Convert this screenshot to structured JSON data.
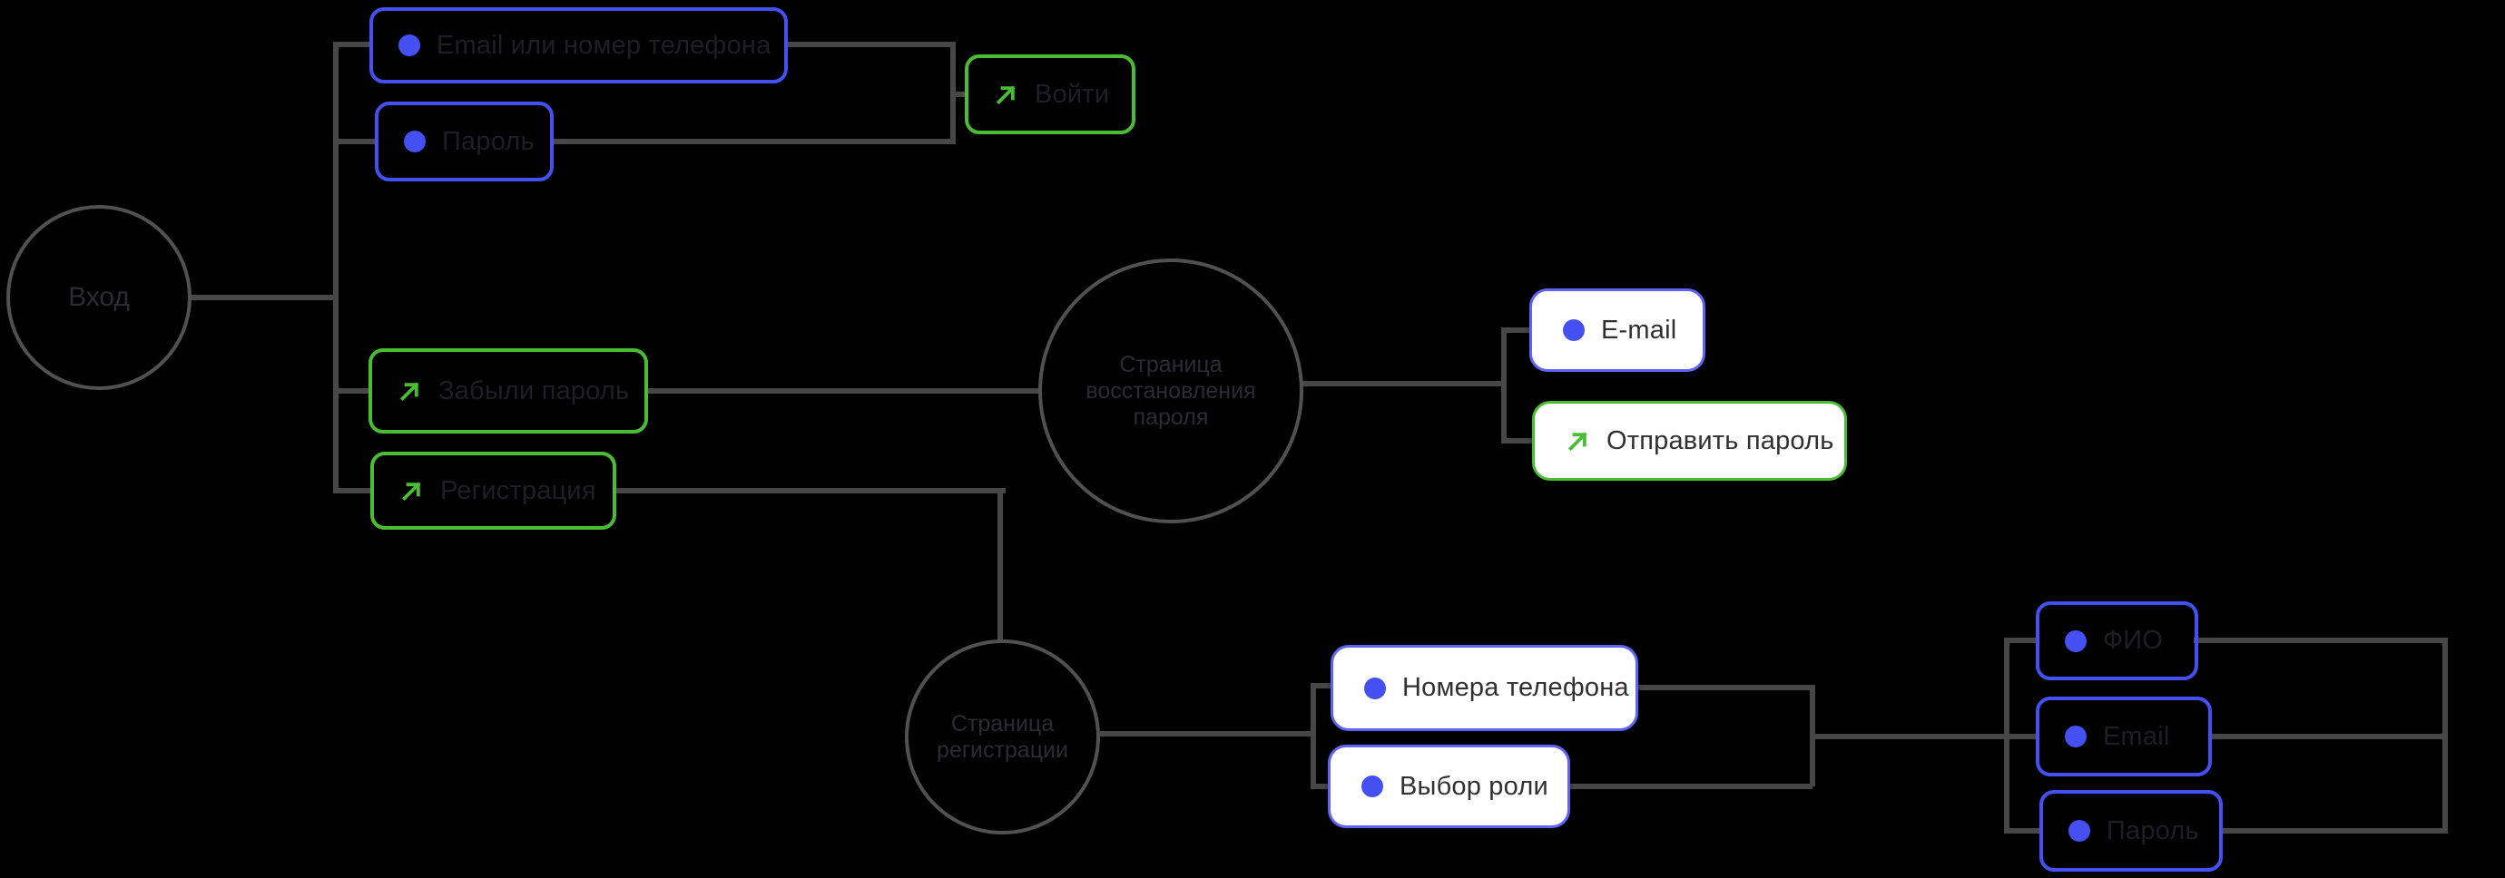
{
  "colors": {
    "blue": "#4450f2",
    "blue_light": "#5f63f6",
    "green": "#4bbd34",
    "line": "#474747",
    "circle_border": "#515151",
    "circle_text": "#2b2b33",
    "dark_text": "#1e1e26",
    "white_box_text": "#303030"
  },
  "nodes": {
    "start_circle": {
      "label": "Вход"
    },
    "login_field": {
      "label": "Email или номер телефона"
    },
    "password_field": {
      "label": "Пароль"
    },
    "login_action": {
      "label": "Войти"
    },
    "forgot_password": {
      "label": "Забыли пароль"
    },
    "registration": {
      "label": "Регистрация"
    },
    "recovery_page": {
      "lines": [
        "Страница",
        "восстановления",
        "пароля"
      ]
    },
    "registration_page": {
      "lines": [
        "Страница",
        "регистрации"
      ]
    },
    "email_card": {
      "label": "E-mail"
    },
    "send_password": {
      "label": "Отправить пароль"
    },
    "phone_numbers": {
      "label": "Номера телефона"
    },
    "role_select": {
      "label": "Выбор роли"
    },
    "fio_field": {
      "label": "ФИО"
    },
    "reg_email_field": {
      "label": "Email"
    },
    "reg_password_field": {
      "label": "Пароль"
    }
  }
}
